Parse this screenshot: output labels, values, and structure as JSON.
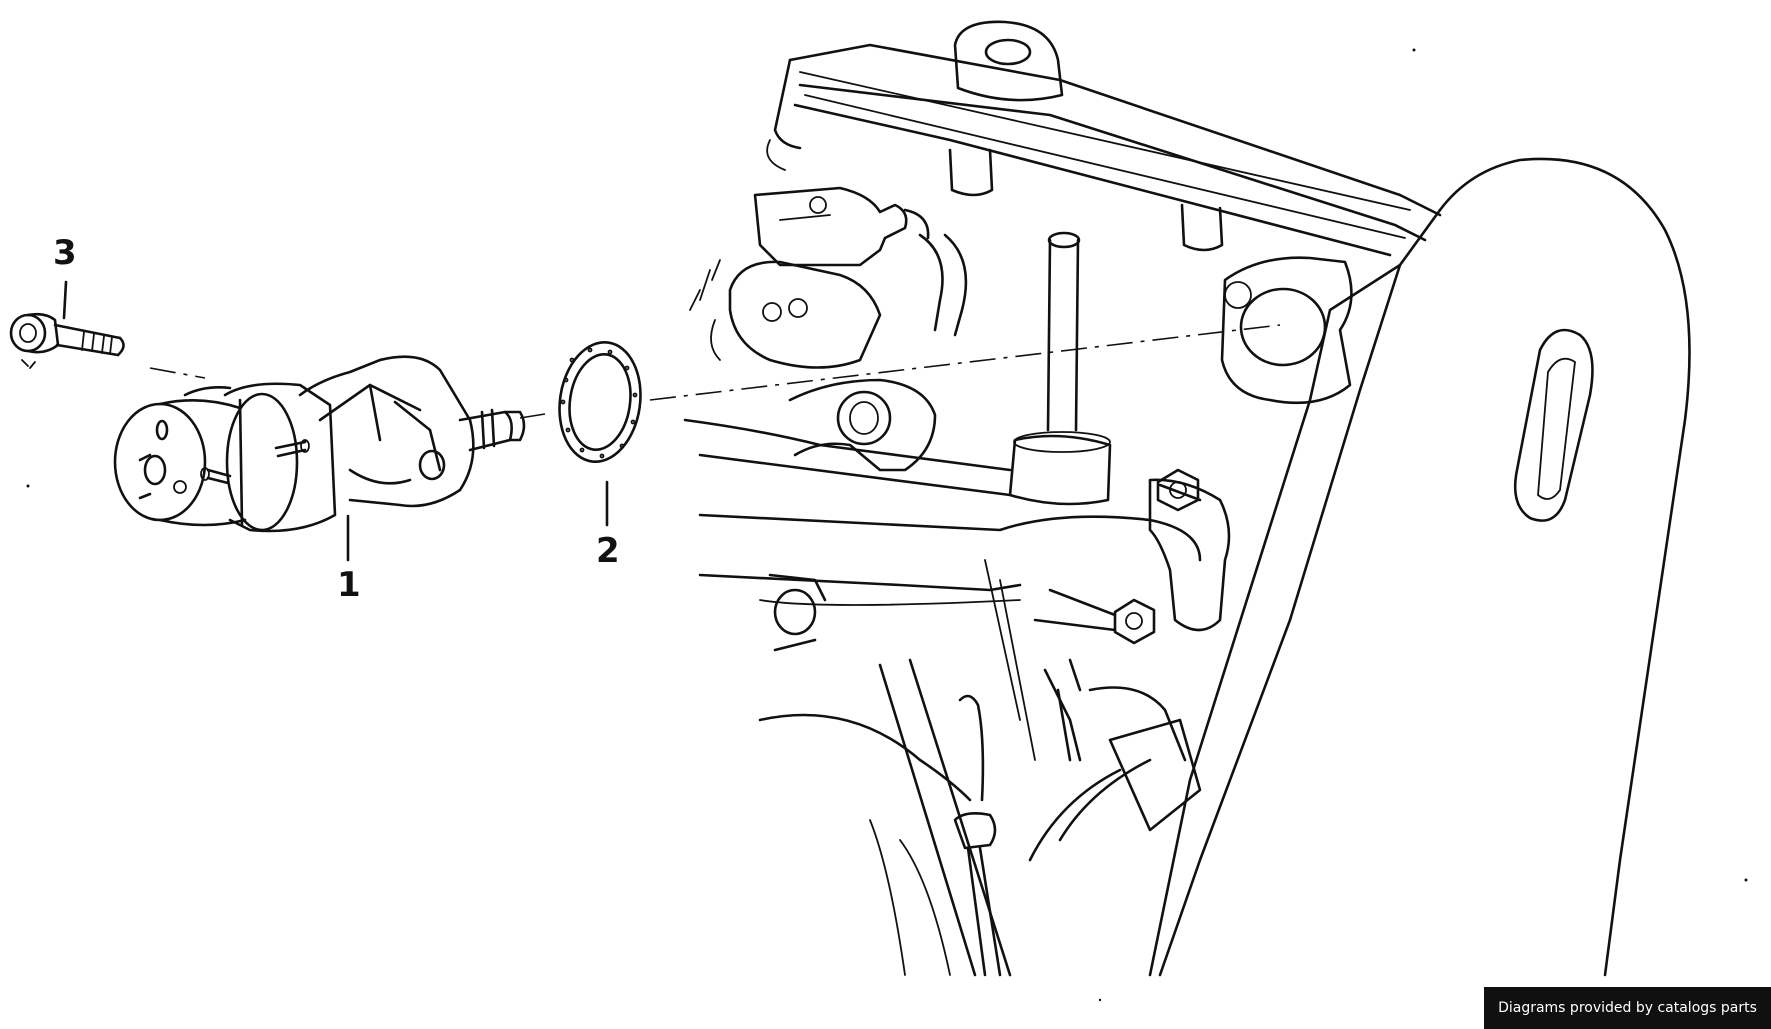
{
  "callouts": [
    {
      "id": "1",
      "label": "1"
    },
    {
      "id": "2",
      "label": "2"
    },
    {
      "id": "3",
      "label": "3"
    }
  ],
  "footer": {
    "credit": "Diagrams provided by catalogs parts"
  },
  "colors": {
    "ink": "#111111",
    "paper": "#ffffff",
    "credit_bg": "#101010",
    "credit_text": "#ffffff"
  }
}
